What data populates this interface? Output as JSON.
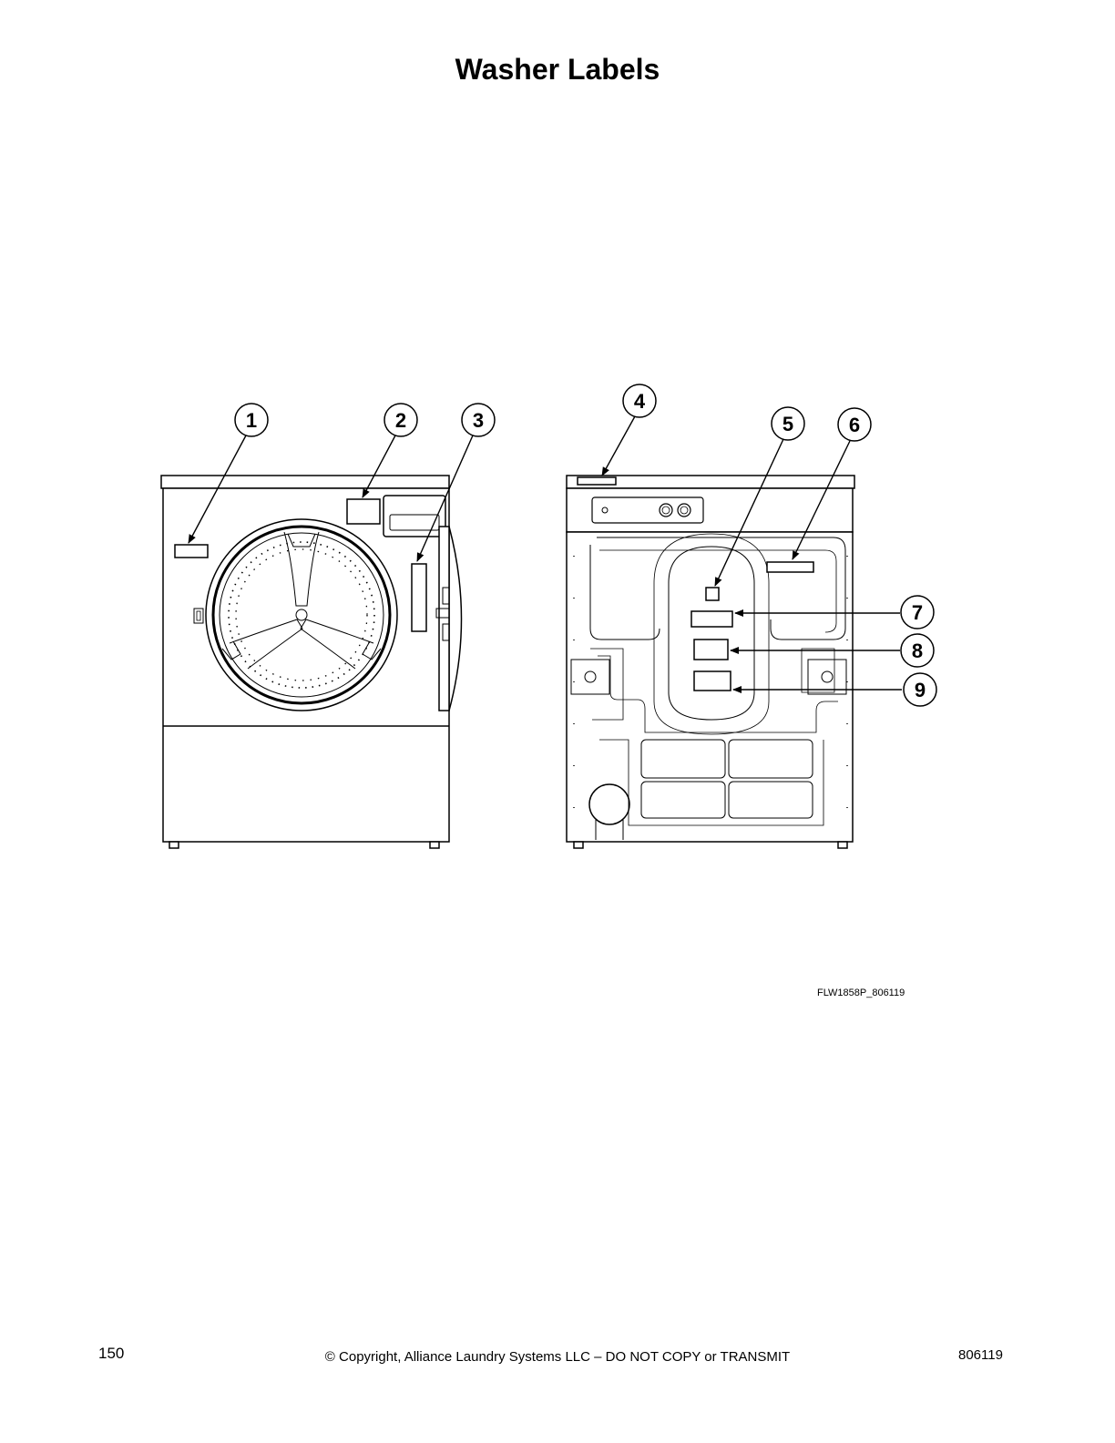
{
  "page": {
    "title": "Washer Labels",
    "figure_id": "FLW1858P_806119",
    "footer": {
      "page_number": "150",
      "copyright": "© Copyright, Alliance Laundry Systems LLC – DO NOT COPY or TRANSMIT",
      "doc_number": "806119"
    }
  },
  "callouts": [
    "1",
    "2",
    "3",
    "4",
    "5",
    "6",
    "7",
    "8",
    "9"
  ]
}
